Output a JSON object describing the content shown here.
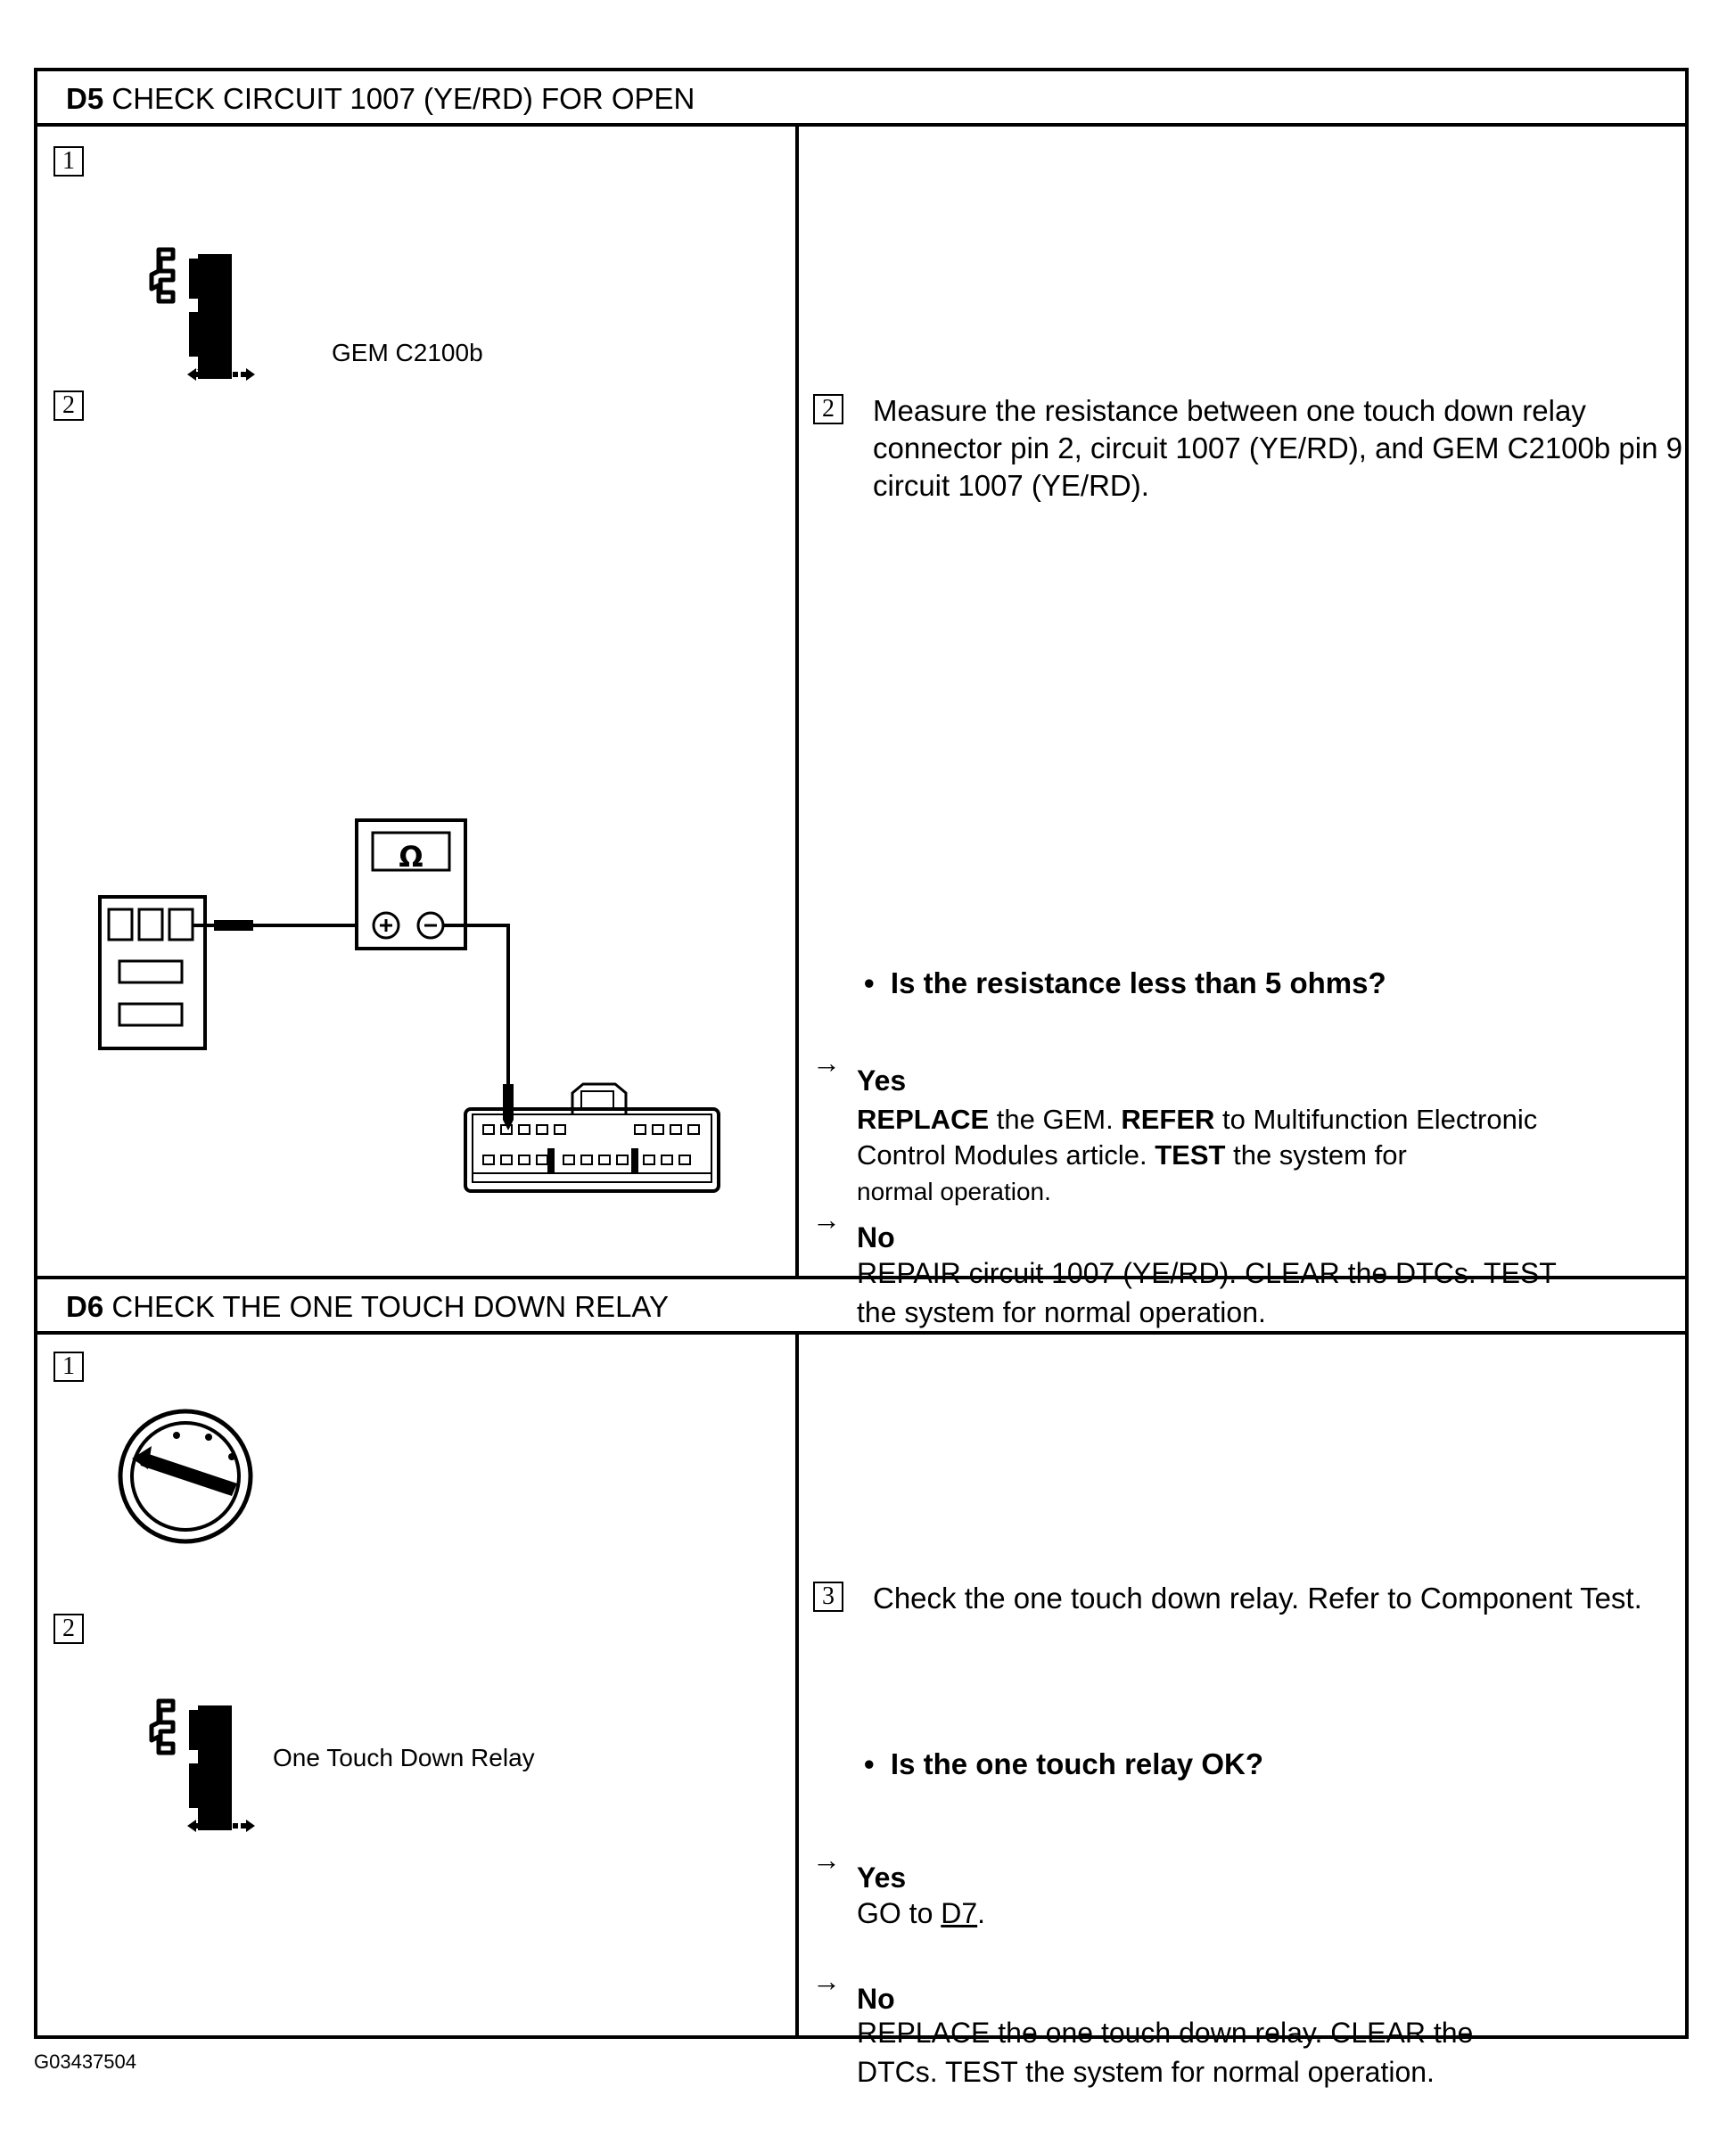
{
  "sections": [
    {
      "id": "D5",
      "title": "CHECK CIRCUIT 1007 (YE/RD) FOR OPEN",
      "left_steps": [
        {
          "number": "1",
          "caption": "GEM C2100b"
        },
        {
          "number": "2"
        }
      ],
      "meter_symbol": "Ω",
      "right": {
        "step_number": "2",
        "instruction": "Measure the resistance between one touch down relay connector pin 2, circuit 1007 (YE/RD), and GEM C2100b pin 9, circuit 1007 (YE/RD).",
        "question": "Is the resistance less than 5 ohms?",
        "yes_label": "Yes",
        "yes_text": {
          "p1": "REPLACE",
          "p2": " the GEM. ",
          "p3": "REFER",
          "p4": " to Multifunction Electronic",
          "p5": "Control Modules article. ",
          "p6": "TEST",
          "p7": " the system for",
          "p8": "normal operation."
        },
        "no_label": "No",
        "no_text": {
          "line1": "REPAIR circuit 1007 (YE/RD). CLEAR the DTCs. TEST",
          "line2": "the system for normal operation."
        }
      }
    },
    {
      "id": "D6",
      "title": "CHECK THE ONE TOUCH DOWN RELAY",
      "left_steps": [
        {
          "number": "1"
        },
        {
          "number": "2",
          "caption": "One Touch Down Relay"
        }
      ],
      "right": {
        "step_number": "3",
        "instruction": "Check the one touch down relay. Refer to Component Test.",
        "question": "Is the one touch relay OK?",
        "yes_label": "Yes",
        "yes_text": {
          "prefix": "GO to ",
          "link": "D7",
          "suffix": "."
        },
        "no_label": "No",
        "no_text": {
          "line1": "REPLACE the one touch down relay. CLEAR the",
          "line2": "DTCs. TEST the system for normal operation."
        }
      }
    }
  ],
  "arrow_glyph": "→",
  "bullet_glyph": "•",
  "figure_id": "G03437504"
}
